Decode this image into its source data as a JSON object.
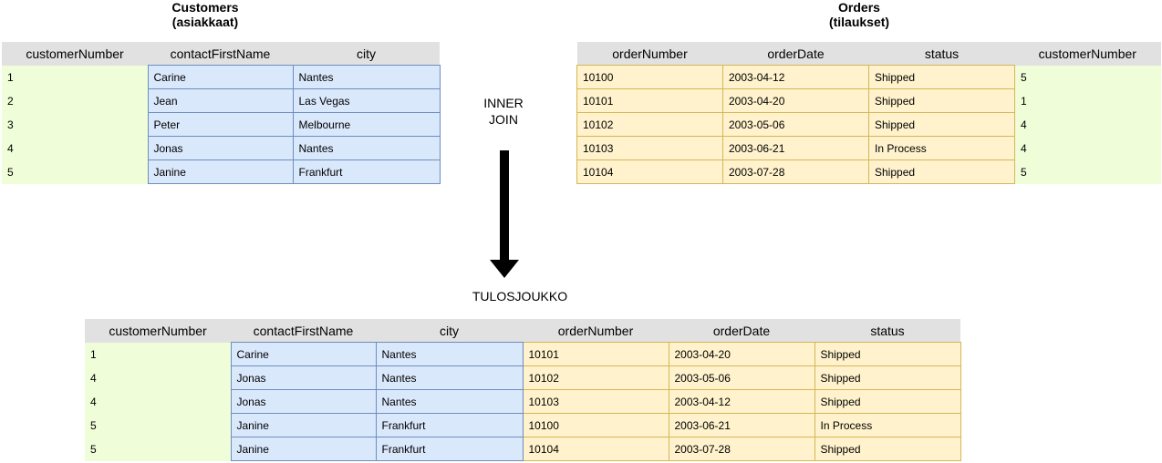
{
  "customers": {
    "title": "Customers",
    "subtitle": "(asiakkaat)",
    "columns": [
      "customerNumber",
      "contactFirstName",
      "city"
    ],
    "rows": [
      [
        "1",
        "Carine",
        "Nantes"
      ],
      [
        "2",
        "Jean",
        "Las Vegas"
      ],
      [
        "3",
        "Peter",
        "Melbourne"
      ],
      [
        "4",
        "Jonas",
        "Nantes"
      ],
      [
        "5",
        "Janine",
        "Frankfurt"
      ]
    ]
  },
  "orders": {
    "title": "Orders",
    "subtitle": "(tilaukset)",
    "columns": [
      "orderNumber",
      "orderDate",
      "status",
      "customerNumber"
    ],
    "rows": [
      [
        "10100",
        "2003-04-12",
        "Shipped",
        "5"
      ],
      [
        "10101",
        "2003-04-20",
        "Shipped",
        "1"
      ],
      [
        "10102",
        "2003-05-06",
        "Shipped",
        "4"
      ],
      [
        "10103",
        "2003-06-21",
        "In Process",
        "4"
      ],
      [
        "10104",
        "2003-07-28",
        "Shipped",
        "5"
      ]
    ]
  },
  "join_label": {
    "line1": "INNER",
    "line2": "JOIN"
  },
  "result_label": "TULOSJOUKKO",
  "result": {
    "columns": [
      "customerNumber",
      "contactFirstName",
      "city",
      "orderNumber",
      "orderDate",
      "status"
    ],
    "rows": [
      [
        "1",
        "Carine",
        "Nantes",
        "10101",
        "2003-04-20",
        "Shipped"
      ],
      [
        "4",
        "Jonas",
        "Nantes",
        "10102",
        "2003-05-06",
        "Shipped"
      ],
      [
        "4",
        "Jonas",
        "Nantes",
        "10103",
        "2003-04-12",
        "Shipped"
      ],
      [
        "5",
        "Janine",
        "Frankfurt",
        "10100",
        "2003-06-21",
        "In Process"
      ],
      [
        "5",
        "Janine",
        "Frankfurt",
        "10104",
        "2003-07-28",
        "Shipped"
      ]
    ]
  },
  "colors": {
    "key_fill": "#effdd8",
    "customer_fill": "#dae8fc",
    "customer_border": "#6c8ebf",
    "order_fill": "#fff2cc",
    "order_border": "#d6b656",
    "header_fill": "#e1e1e1"
  }
}
